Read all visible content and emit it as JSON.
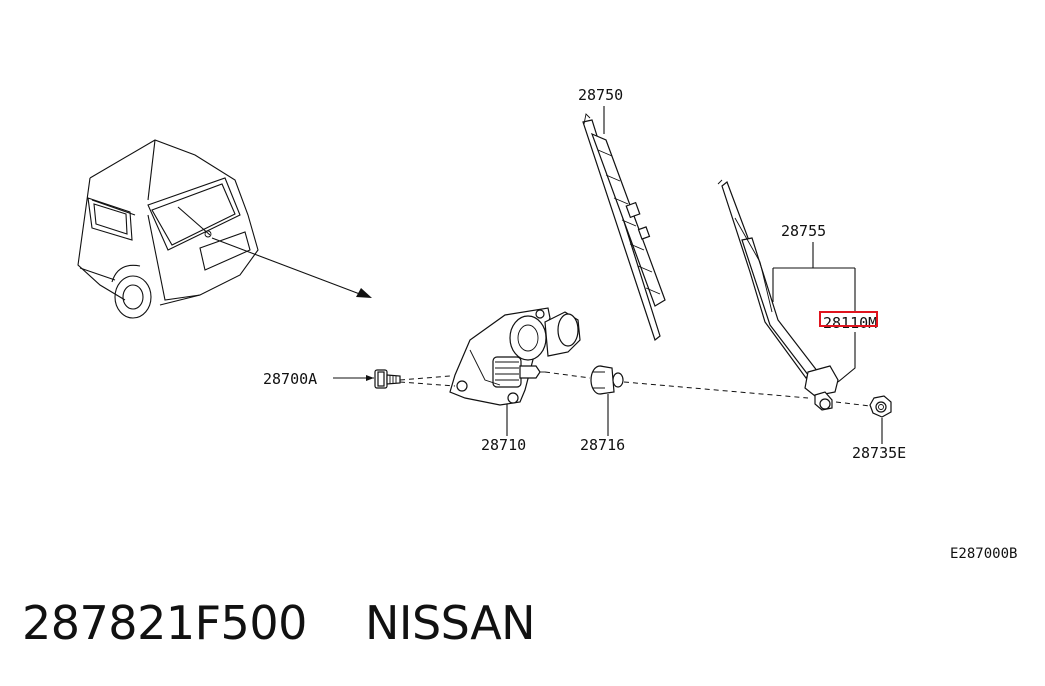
{
  "diagram": {
    "labels": {
      "blade": "28750",
      "arm_assembly": "28755",
      "arm": "28110M",
      "bolt": "28700A",
      "motor": "28710",
      "grommet": "28716",
      "nut": "28735E"
    },
    "diagram_code": "E287000B",
    "highlight_color": "#e0141e"
  },
  "footer": {
    "part_number": "287821F500",
    "brand": "NISSAN"
  }
}
